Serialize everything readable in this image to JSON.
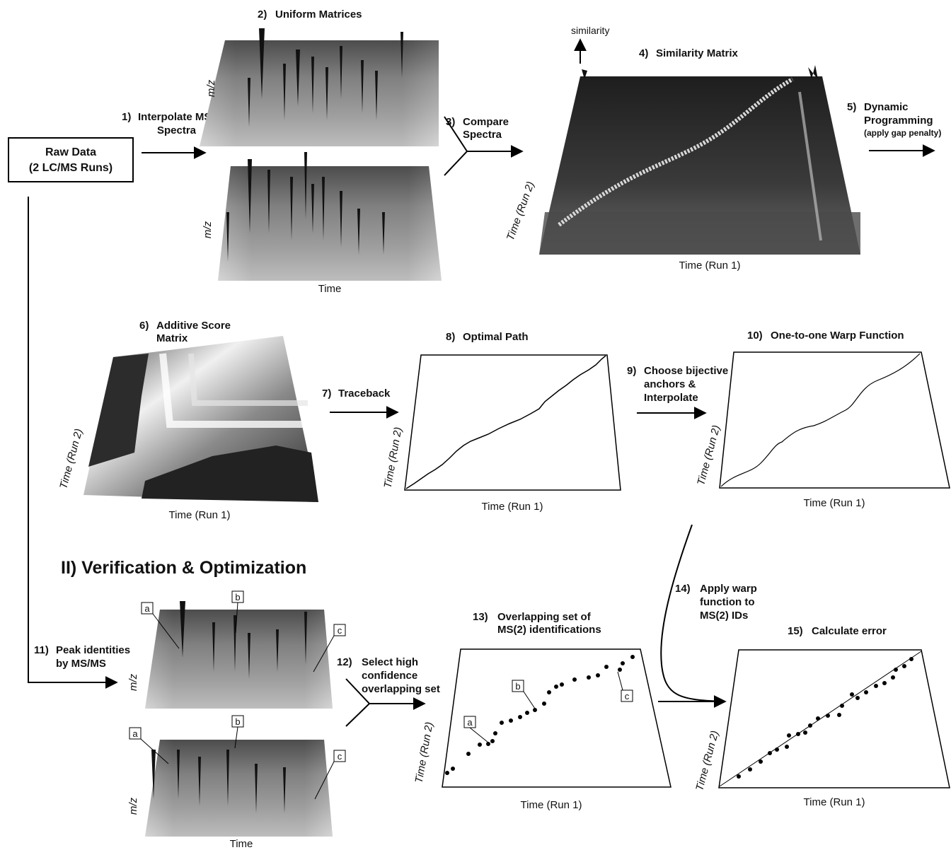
{
  "raw_data": {
    "line1": "Raw Data",
    "line2": "(2 LC/MS Runs)"
  },
  "steps": {
    "s1": {
      "num": "1)",
      "line1": "Interpolate MS",
      "line2": "Spectra"
    },
    "s2": {
      "num": "2)",
      "label": "Uniform Matrices"
    },
    "s3": {
      "num": "3)",
      "line1": "Compare",
      "line2": "Spectra"
    },
    "s4": {
      "num": "4)",
      "label": "Similarity Matrix"
    },
    "s5": {
      "num": "5)",
      "line1": "Dynamic",
      "line2": "Programming",
      "line3": "(apply gap penalty)"
    },
    "s6": {
      "num": "6)",
      "line1": "Additive Score",
      "line2": "Matrix"
    },
    "s7": {
      "num": "7)",
      "label": "Traceback"
    },
    "s8": {
      "num": "8)",
      "label": "Optimal Path"
    },
    "s9": {
      "num": "9)",
      "line1": "Choose bijective",
      "line2": "anchors &",
      "line3": "Interpolate"
    },
    "s10": {
      "num": "10)",
      "label": "One-to-one Warp Function"
    },
    "s11": {
      "num": "11)",
      "line1": "Peak identities",
      "line2": "by MS/MS"
    },
    "s12": {
      "num": "12)",
      "line1": "Select  high",
      "line2": "confidence",
      "line3": "overlapping set"
    },
    "s13": {
      "num": "13)",
      "line1": "Overlapping set of",
      "line2": "MS(2) identifications"
    },
    "s14": {
      "num": "14)",
      "line1": "Apply warp",
      "line2": "function to",
      "line3": "MS(2) IDs"
    },
    "s15": {
      "num": "15)",
      "label": "Calculate error"
    }
  },
  "section_title": "II) Verification & Optimization",
  "axes": {
    "mz": "m/z",
    "time": "Time",
    "run1": "Time (Run 1)",
    "run2": "Time (Run 2)",
    "similarity": "similarity"
  },
  "markers": {
    "a": "a",
    "b": "b",
    "c": "c"
  }
}
